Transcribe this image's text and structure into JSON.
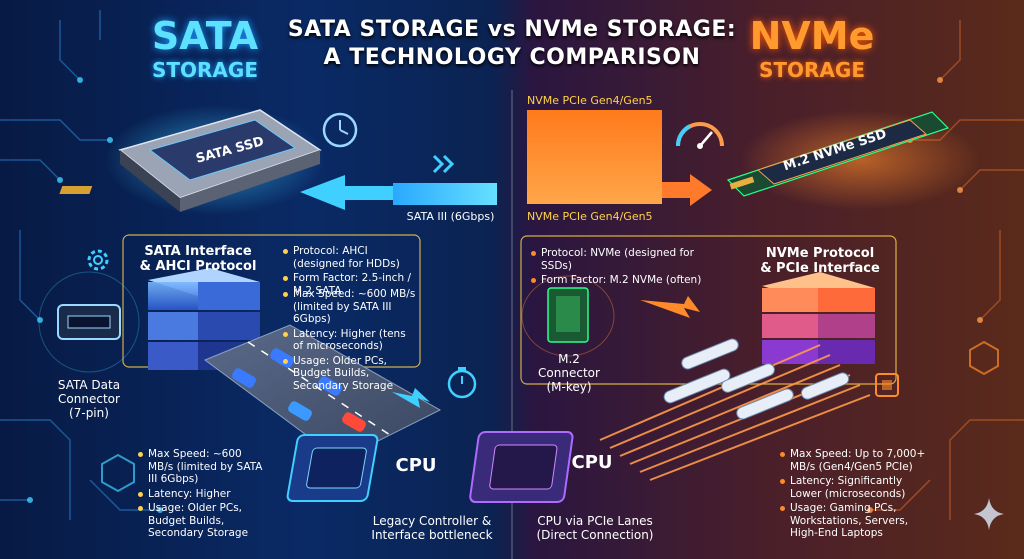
{
  "title": {
    "line1": "SATA STORAGE vs NVMe STORAGE:",
    "line2": "A TECHNOLOGY COMPARISON"
  },
  "sata": {
    "brand_big": "SATA",
    "brand_sub": "STORAGE",
    "drive_label": "SATA SSD",
    "interface_label": "SATA III (6Gbps)",
    "panel_heading": [
      "SATA Interface",
      "& AHCI Protocol"
    ],
    "specs_top": [
      "Protocol: AHCI (designed for HDDs)",
      "Form Factor: 2.5-inch / M.2 SATA"
    ],
    "specs_mid": [
      "Max Speed: ~600 MB/s (limited by SATA III 6Gbps)",
      "Latency: Higher (tens of microseconds)",
      "Usage: Older PCs, Budget Builds, Secondary Storage"
    ],
    "connector_label": [
      "SATA Data",
      "Connector",
      "(7-pin)"
    ],
    "specs_bottom": [
      "Max Speed: ~600 MB/s (limited by SATA III 6Gbps)",
      "Latency: Higher",
      "Usage: Older PCs, Budget Builds, Secondary Storage"
    ],
    "chip_text": "CPU",
    "chip_caption": [
      "Legacy Controller &",
      "Interface bottleneck"
    ],
    "accent": "#3fd0ff"
  },
  "nvme": {
    "brand_big": "NVMe",
    "brand_sub": "STORAGE",
    "drive_label": "M.2 NVMe SSD",
    "interface_label_top": "NVMe PCIe Gen4/Gen5",
    "interface_label_bottom": "NVMe PCIe Gen4/Gen5",
    "panel_heading": [
      "NVMe Protocol",
      "& PCIe Interface"
    ],
    "specs_top": [
      "Protocol: NVMe (designed for SSDs)",
      "Form Factor: M.2 NVMe (often)"
    ],
    "connector_label": [
      "M.2",
      "Connector",
      "(M-key)"
    ],
    "specs_bottom": [
      "Max Speed: Up to 7,000+ MB/s (Gen4/Gen5 PCIe)",
      "Latency: Significantly Lower (microseconds)",
      "Usage: Gaming PCs, Workstations, Servers, High-End Laptops"
    ],
    "chip_text": "CPU",
    "chip_caption": [
      "CPU via PCIe Lanes",
      "(Direct Connection)"
    ],
    "accent": "#ff8a2a"
  },
  "icons": [
    "clock-icon",
    "gear-icon",
    "speedometer-icon",
    "stopwatch-icon",
    "chip-icon",
    "fast-forward-icon",
    "sparkle-icon"
  ]
}
